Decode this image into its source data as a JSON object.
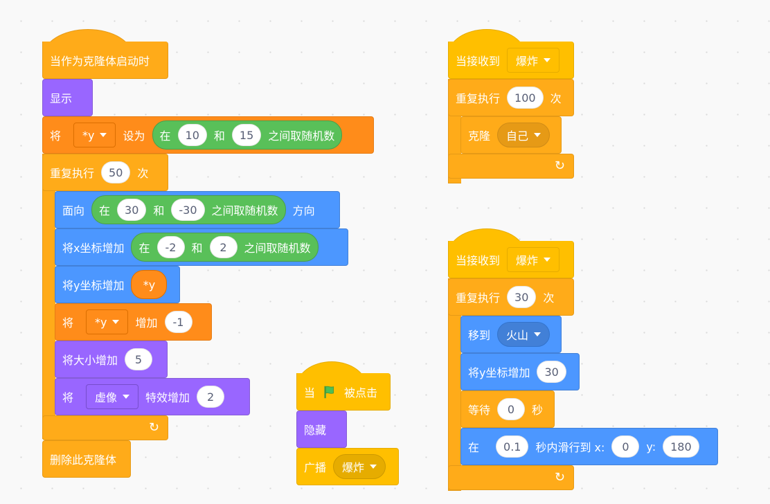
{
  "script1": {
    "hat": "当作为克隆体启动时",
    "show": "显示",
    "setvar": {
      "prefix": "将",
      "var": "*y",
      "mid": "设为",
      "rand": {
        "in": "在",
        "a": "10",
        "and": "和",
        "b": "15",
        "suffix": "之间取随机数"
      }
    },
    "repeat": {
      "label": "重复执行",
      "count": "50",
      "suffix": "次"
    },
    "point": {
      "prefix": "面向",
      "rand": {
        "in": "在",
        "a": "30",
        "and": "和",
        "b": "-30",
        "suffix": "之间取随机数"
      },
      "suffix": "方向"
    },
    "changex": {
      "prefix": "将x坐标增加",
      "rand": {
        "in": "在",
        "a": "-2",
        "and": "和",
        "b": "2",
        "suffix": "之间取随机数"
      }
    },
    "changey": {
      "prefix": "将y坐标增加",
      "var": "*y"
    },
    "changevar": {
      "prefix": "将",
      "var": "*y",
      "mid": "增加",
      "value": "-1"
    },
    "size": {
      "prefix": "将大小增加",
      "value": "5"
    },
    "effect": {
      "prefix": "将",
      "effect": "虚像",
      "mid": "特效增加",
      "value": "2"
    },
    "delete": "删除此克隆体"
  },
  "script2": {
    "hat": {
      "prefix": "当",
      "suffix": "被点击"
    },
    "hide": "隐藏",
    "broadcast": {
      "label": "广播",
      "message": "爆炸"
    }
  },
  "script3": {
    "hat": {
      "label": "当接收到",
      "message": "爆炸"
    },
    "repeat": {
      "label": "重复执行",
      "count": "100",
      "suffix": "次"
    },
    "clone": {
      "label": "克隆",
      "target": "自己"
    }
  },
  "script4": {
    "hat": {
      "label": "当接收到",
      "message": "爆炸"
    },
    "repeat": {
      "label": "重复执行",
      "count": "30",
      "suffix": "次"
    },
    "goto": {
      "label": "移到",
      "target": "火山"
    },
    "changey": {
      "label": "将y坐标增加",
      "value": "30"
    },
    "wait": {
      "label": "等待",
      "value": "0",
      "suffix": "秒"
    },
    "glide": {
      "prefix": "在",
      "secs": "0.1",
      "mid": "秒内滑行到 x:",
      "x": "0",
      "ylabel": "y:",
      "y": "180"
    }
  },
  "icons": {
    "repeat_arrow": "↻",
    "flag": "green-flag"
  }
}
